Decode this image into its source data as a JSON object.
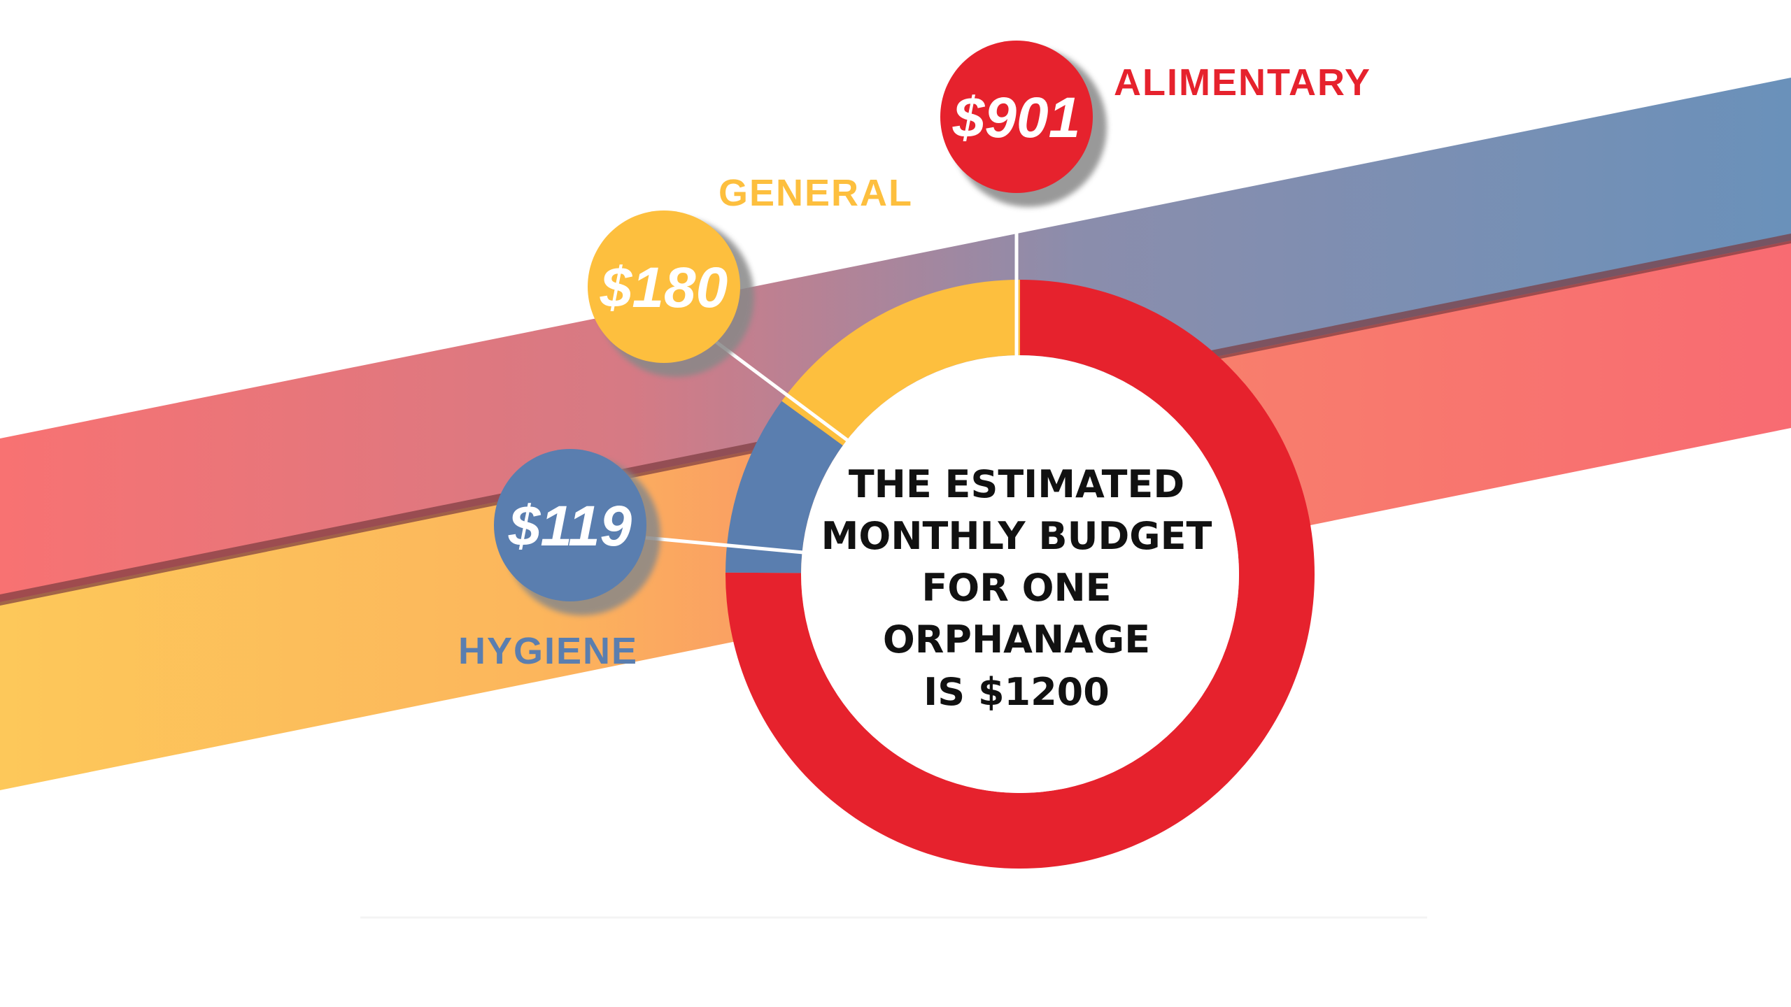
{
  "chart_data": {
    "type": "pie",
    "variant": "donut",
    "title": "THE ESTIMATED MONTHLY BUDGET FOR ONE ORPHANAGE IS $1200",
    "total": 1200,
    "categories": [
      "ALIMENTARY",
      "HYGIENE",
      "GENERAL"
    ],
    "values": [
      901,
      119,
      180
    ],
    "value_labels": [
      "$901",
      "$119",
      "$180"
    ],
    "colors": [
      "#e6222d",
      "#5a7eaf",
      "#fdbf3e"
    ],
    "legend": "callout-labels"
  },
  "center_text": [
    "THE ESTIMATED",
    "MONTHLY BUDGET",
    "FOR ONE",
    "ORPHANAGE",
    "IS $1200"
  ]
}
